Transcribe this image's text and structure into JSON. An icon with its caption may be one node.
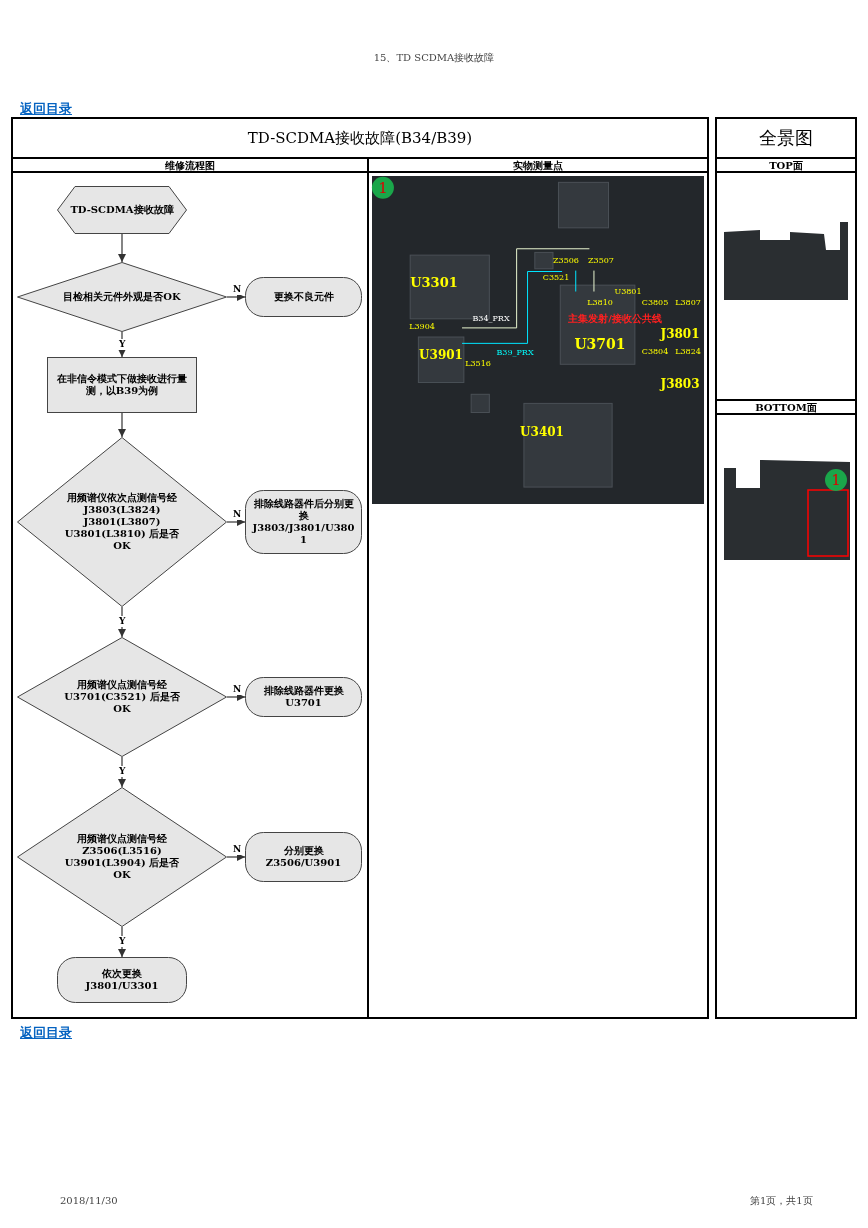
{
  "diagram": {
    "title": "TD-SCDMA接收故障(B34/B39)",
    "nodes": [
      {
        "text": [
          "TD-SCDMA接收故障"
        ]
      },
      {
        "text": [
          "目检相关元件外观是否OK"
        ]
      },
      {
        "text": [
          "更换不良元件"
        ]
      },
      {
        "text": [
          "在非信令模式下做接收进行量测，以B39为例"
        ]
      },
      {
        "text": [
          "用频谱仪依次点测信号经 J3803(L3824) J3801(L3807) U3801(L3810) 后是否OK"
        ]
      },
      {
        "text": [
          "排除线路器件后分别更换J3803/J3801/U3801"
        ]
      },
      {
        "text": [
          "用频谱仪点测信号经 U3701(C3521) 后是否OK"
        ]
      },
      {
        "text": [
          "排除线路器件更换U3701"
        ]
      },
      {
        "text": [
          "用频谱仪点测信号经 Z3506(L3516) U3901(L3904) 后是否OK"
        ]
      },
      {
        "text": [
          "分别更换 Z3506/U3901"
        ]
      },
      {
        "text": [
          "依次更换 J3801/U3301"
        ]
      }
    ],
    "edges": [
      {
        "from": 0,
        "to": 1,
        "arrow": "to"
      },
      {
        "from": 1,
        "to": 2,
        "arrow": "to",
        "label": "N"
      },
      {
        "from": 1,
        "to": 3,
        "arrow": "to",
        "label": "Y"
      },
      {
        "from": 3,
        "to": 4,
        "arrow": "to"
      },
      {
        "from": 4,
        "to": 5,
        "arrow": "to",
        "label": "N"
      },
      {
        "from": 4,
        "to": 6,
        "arrow": "to",
        "label": "Y"
      },
      {
        "from": 6,
        "to": 7,
        "arrow": "to",
        "label": "N"
      },
      {
        "from": 6,
        "to": 8,
        "arrow": "to",
        "label": "Y"
      },
      {
        "from": 8,
        "to": 9,
        "arrow": "to",
        "label": "N"
      },
      {
        "from": 8,
        "to": 10,
        "arrow": "to",
        "label": "Y"
      }
    ],
    "labels": [
      "15、TD SCDMA接收故障",
      "返回目录",
      "全景图",
      "维修流程图",
      "实物测量点",
      "TOP面",
      "1",
      "Z3506",
      "Z3507",
      "U3301",
      "C3521",
      "U3801",
      "L3810",
      "C3805",
      "L3807",
      "L3904",
      "B34_PRX",
      "主集发射/接收公共线",
      "J3801",
      "U3901",
      "L3516",
      "B39_PRX",
      "U3701",
      "C3804",
      "L3824",
      "J3803",
      "U3401",
      "BOTTOM面",
      "1",
      "返回目录",
      "2018/11/30",
      "第1页，共1页"
    ]
  }
}
